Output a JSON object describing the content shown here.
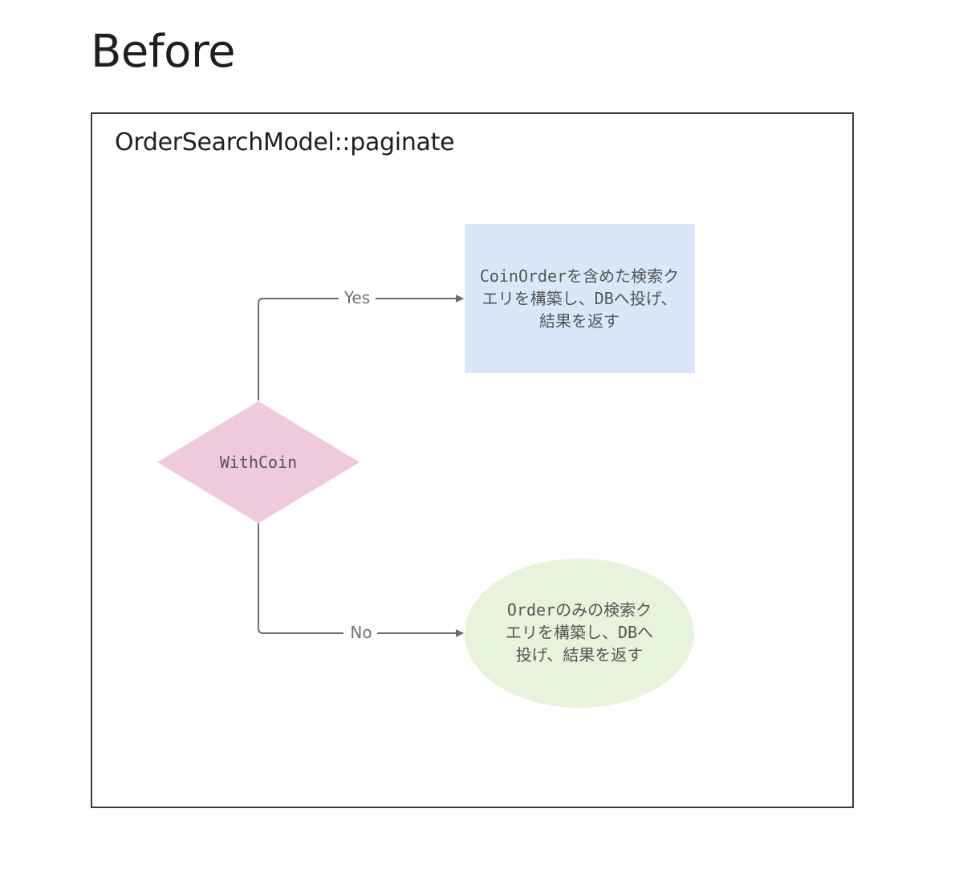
{
  "heading": "Before",
  "frame": {
    "title": "OrderSearchModel::paginate"
  },
  "decision": {
    "label": "WithCoin",
    "color": "#efc9dc"
  },
  "edges": {
    "yes_label": "Yes",
    "no_label": "No"
  },
  "process_yes": {
    "lines": [
      "CoinOrderを含めた検索ク",
      "エリを構築し、DBへ投げ、",
      "結果を返す"
    ],
    "color": "#d9e8f9"
  },
  "process_no": {
    "lines": [
      "Orderのみの検索ク",
      "エリを構築し、DBへ",
      "投げ、結果を返す"
    ],
    "color": "#e8f3dc"
  },
  "edge_color": "#6e6e6e"
}
